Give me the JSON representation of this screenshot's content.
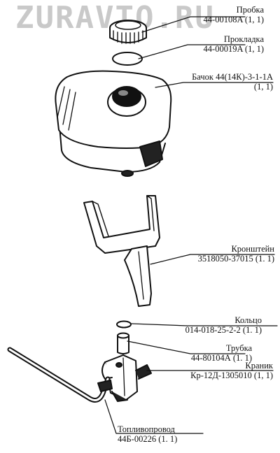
{
  "watermark": "ZURAVTO.RU",
  "parts": [
    {
      "name": "Пробка",
      "code": "44-00108A (1, 1)"
    },
    {
      "name": "Прокладка",
      "code": "44-00019A (1, 1)"
    },
    {
      "name": "Бачок 44(14К)-3-1-1А",
      "code": "(1, 1)"
    },
    {
      "name": "Кронштейн",
      "code": "3518050-37015 (1. 1)"
    },
    {
      "name": "Кольцо",
      "code": "014-018-25-2-2 (1. 1)"
    },
    {
      "name": "Трубка",
      "code": "44-80104А (1. 1)"
    },
    {
      "name": "Краник",
      "code": "Кр-12Д-1305010 (1, 1)"
    },
    {
      "name": "Топливопровод",
      "code": "44Б-00226 (1. 1)"
    }
  ]
}
